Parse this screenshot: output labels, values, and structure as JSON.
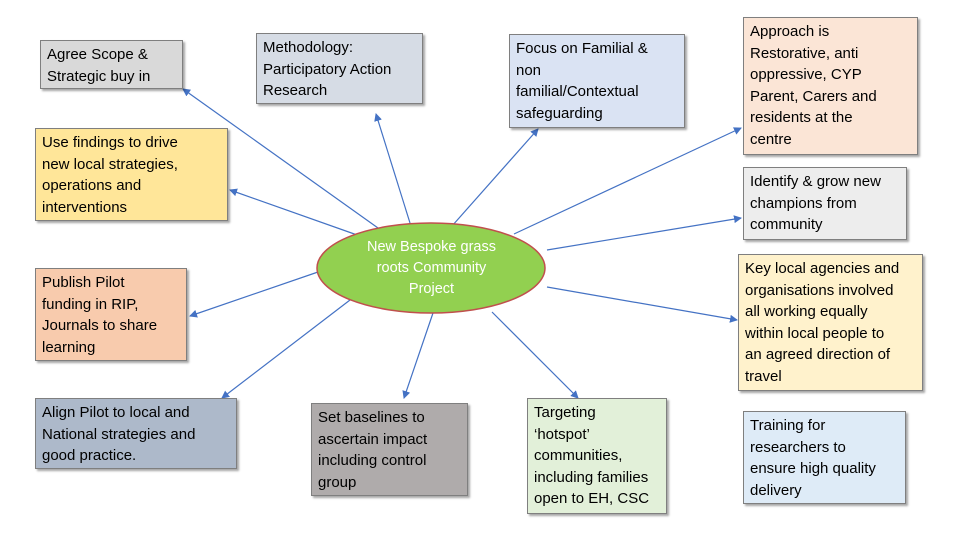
{
  "center": {
    "label": "New Bespoke grass\nroots Community\nProject",
    "fill": "#92d050",
    "stroke": "#c0504d"
  },
  "boxes": {
    "scope": {
      "text": "Agree Scope &\nStrategic buy in",
      "color": "#d9d9d9"
    },
    "methodology": {
      "text": "Methodology:\nParticipatory Action\nResearch",
      "color": "#d6dce5"
    },
    "focus": {
      "text": "Focus on Familial &\nnon\nfamilial/Contextual\nsafeguarding",
      "color": "#dae3f3"
    },
    "approach": {
      "text": "Approach is\nRestorative, anti\noppressive, CYP\nParent, Carers and\nresidents at the\ncentre",
      "color": "#fbe5d6"
    },
    "findings": {
      "text": "Use findings to drive\nnew local strategies,\noperations and\ninterventions",
      "color": "#ffe699"
    },
    "champions": {
      "text": "Identify & grow new\nchampions from\ncommunity",
      "color": "#ededed"
    },
    "agencies": {
      "text": "Key local agencies and\norganisations involved\nall working equally\nwithin local people to\nan agreed direction of\ntravel",
      "color": "#fff2cc"
    },
    "publish": {
      "text": "Publish Pilot\nfunding in RIP,\nJournals to share\nlearning",
      "color": "#f8cbad"
    },
    "align": {
      "text": "Align Pilot to local and\nNational strategies and\ngood practice.",
      "color": "#adb9ca"
    },
    "baselines": {
      "text": "Set baselines to\nascertain impact\nincluding control\ngroup",
      "color": "#afabab"
    },
    "targeting": {
      "text": "Targeting\n‘hotspot’\ncommunities,\nincluding families\nopen to EH, CSC",
      "color": "#e2f0d9"
    },
    "training": {
      "text": "Training for\nresearchers to\nensure high quality\ndelivery",
      "color": "#deebf7"
    }
  },
  "arrow_color": "#4472c4"
}
